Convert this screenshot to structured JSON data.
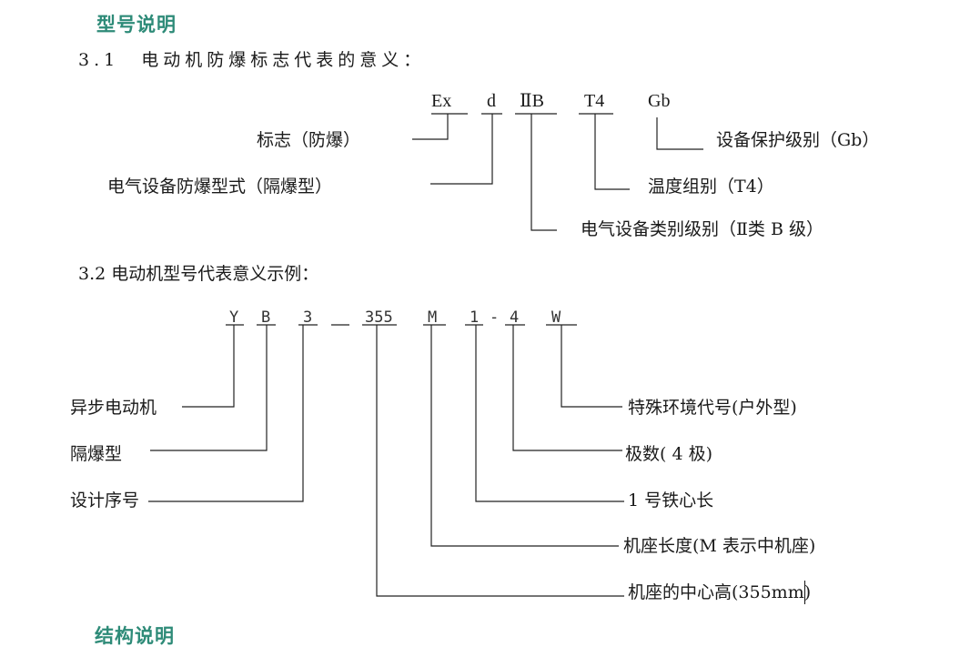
{
  "heading": "型号说明",
  "section1": {
    "title": "3.1　电动机防爆标志代表的意义：",
    "codes": [
      "Ex",
      "d",
      "ⅡB",
      "T4",
      "Gb"
    ],
    "labels": {
      "mark": "标志（防爆）",
      "type": "电气设备防爆型式（隔爆型）",
      "category": "电气设备类别级别（Ⅱ类 B 级）",
      "temperature": "温度组别（T4）",
      "protection": "设备保护级别（Gb）"
    }
  },
  "section2": {
    "title": "3.2 电动机型号代表意义示例：",
    "codes": [
      "Y",
      "B",
      "3",
      "355",
      "M",
      "1",
      "-",
      "4",
      "W"
    ],
    "labels": {
      "async": "异步电动机",
      "flameproof": "隔爆型",
      "design": "设计序号",
      "special": "特殊环境代号(户外型)",
      "poles": "极数( 4 极)",
      "core": "1 号铁心长",
      "frame_length": "机座长度(M 表示中机座)",
      "center_height": "机座的中心高(355mm)"
    }
  },
  "next_heading": "结构说明"
}
